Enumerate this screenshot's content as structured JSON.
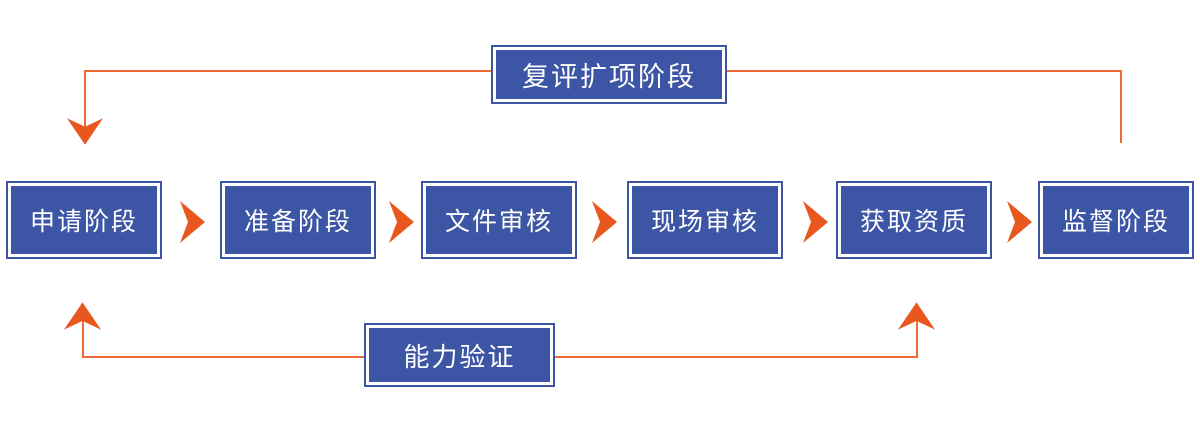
{
  "colors": {
    "box_fill": "#3d55a5",
    "box_border": "#3d55a5",
    "box_text": "#ffffff",
    "arrow": "#e8571e",
    "line": "#ee6a35",
    "background": "#ffffff"
  },
  "diagram": {
    "stages": [
      {
        "label": "申请阶段"
      },
      {
        "label": "准备阶段"
      },
      {
        "label": "文件审核"
      },
      {
        "label": "现场审核"
      },
      {
        "label": "获取资质"
      },
      {
        "label": "监督阶段"
      }
    ],
    "top_loop_label": "复评扩项阶段",
    "bottom_loop_label": "能力验证"
  }
}
